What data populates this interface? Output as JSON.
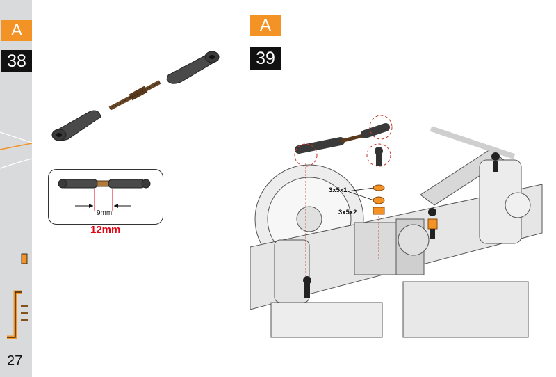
{
  "steps": [
    {
      "letter": "A",
      "number": "38"
    },
    {
      "letter": "A",
      "number": "39"
    }
  ],
  "step38": {
    "dimension_label": "9mm",
    "length_label": "12mm"
  },
  "step39": {
    "spacer_labels": [
      "3x5x1",
      "3x5x2"
    ]
  },
  "page_number": "27",
  "colors": {
    "accent": "#f39325",
    "step_number_bg": "#111111",
    "sidebar": "#d9dadc",
    "highlight_red": "#e30613"
  }
}
